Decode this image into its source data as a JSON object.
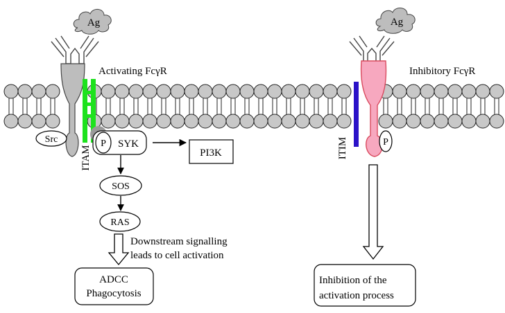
{
  "colors": {
    "lipid_head": "#c8c8c8",
    "itam": "#1de21d",
    "itim": "#2b12c8",
    "activating_receptor": "#bdbdbd",
    "inhibitory_receptor": "#f7a8bf",
    "inhibitory_outline": "#d94a5e",
    "antigen": "#bdbdbd"
  },
  "activating": {
    "antigen_label": "Ag",
    "receptor_title": "Activating FcγR",
    "itam_label": "ITAM",
    "src_label": "Src",
    "phospho_label": "P",
    "syk_label": "SYK",
    "pi3k_label": "PI3K",
    "sos_label": "SOS",
    "ras_label": "RAS",
    "downstream_line1": "Downstream signalling",
    "downstream_line2": "leads to cell activation",
    "outcome_line1": "ADCC",
    "outcome_line2": "Phagocytosis"
  },
  "inhibitory": {
    "antigen_label": "Ag",
    "receptor_title": "Inhibitory FcγR",
    "itim_label": "ITIM",
    "phospho_label": "P",
    "outcome_line1": "Inhibition of the",
    "outcome_line2": "activation process"
  }
}
